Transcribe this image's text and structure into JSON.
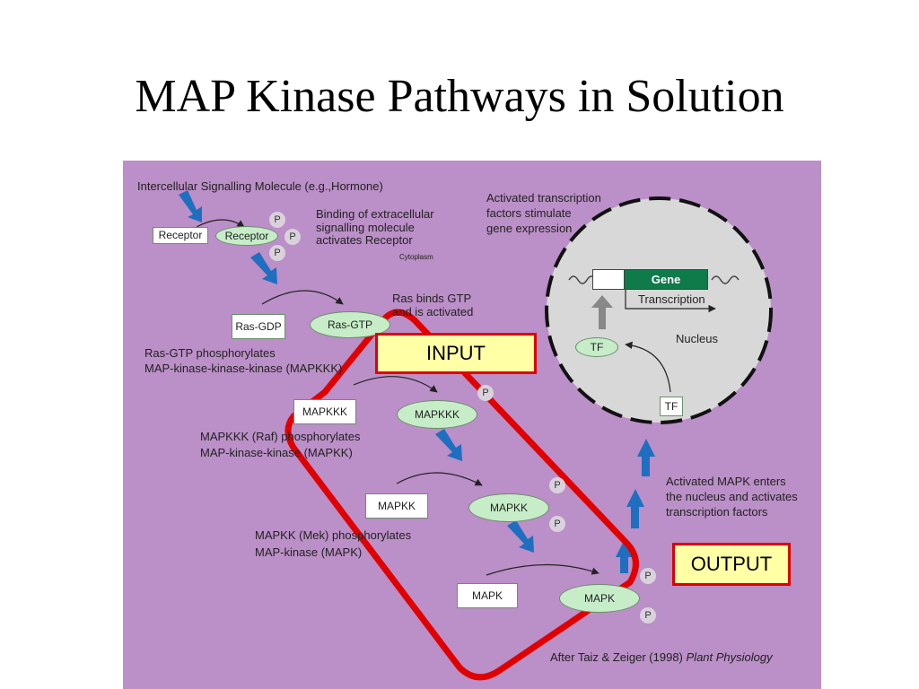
{
  "title": "MAP Kinase Pathways in Solution",
  "diagram": {
    "signal_text": "Intercellular Signalling Molecule (e.g.,Hormone)",
    "receptor_label": "Receptor",
    "receptor_active_label": "Receptor",
    "binding_text": [
      "Binding of extracellular",
      "signalling molecule",
      "activates Receptor"
    ],
    "cytoplasm": "Cytoplasm",
    "activated_tf_text": [
      "Activated transcription",
      "factors stimulate",
      "gene expression"
    ],
    "gene_label": "Gene",
    "transcription_label": "Transcription",
    "nucleus_label": "Nucleus",
    "tf_label": "TF",
    "ras_gdp": "Ras-GDP",
    "ras_gtp": "Ras-GTP",
    "ras_binds_text": [
      "Ras binds GTP",
      "and is activated"
    ],
    "ras_phos_text": [
      "Ras-GTP phosphorylates",
      "MAP-kinase-kinase-kinase (MAPKKK)"
    ],
    "mapkkk": "MAPKKK",
    "mapkkk_phos_text": [
      "MAPKKK (Raf) phosphorylates",
      "MAP-kinase-kinase (MAPKK)"
    ],
    "mapkk": "MAPKK",
    "mapkk_phos_text": [
      "MAPKK (Mek) phosphorylates",
      "MAP-kinase (MAPK)"
    ],
    "mapk": "MAPK",
    "mapk_enters_text": [
      "Activated MAPK enters",
      "the nucleus and activates",
      "transcription factors"
    ],
    "p": "P",
    "citation_prefix": "After Taiz & Zeiger (1998)",
    "citation_book": "Plant Physiology",
    "input_label": "INPUT",
    "output_label": "OUTPUT"
  },
  "colors": {
    "background": "#bb8fc7",
    "arrow_blue": "#1e6fc0",
    "highlight_red": "#e00000",
    "gene_green": "#0f7a4a",
    "nucleus_fill": "#d8d8d8"
  }
}
